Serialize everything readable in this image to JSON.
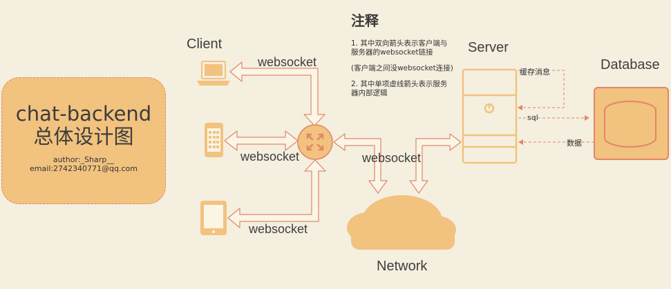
{
  "title_box": {
    "title_line1": "chat-backend",
    "title_line2": "总体设计图",
    "author": "author:_Sharp__",
    "email": "email:2742340771@qq.com"
  },
  "notes": {
    "title": "注释",
    "items": [
      "1. 其中双向箭头表示客户端与服务器的websocket链接",
      "(客户端之间没websocket连接)",
      "2. 其中单项虚线箭头表示服务器内部逻辑"
    ]
  },
  "nodes": {
    "client": "Client",
    "server": "Server",
    "database": "Database",
    "network": "Network"
  },
  "edge_labels": {
    "laptop_ws": "websocket",
    "phone_ws": "websocket",
    "tablet_ws": "websocket",
    "network_ws": "websocket",
    "cache": "缓存消息",
    "sql": "sql",
    "data": "数据"
  },
  "colors": {
    "background": "#f5efdf",
    "device": "#f2c27f",
    "arrow_stroke": "#e0866a",
    "arrow_fill": "#fbf5e6"
  }
}
